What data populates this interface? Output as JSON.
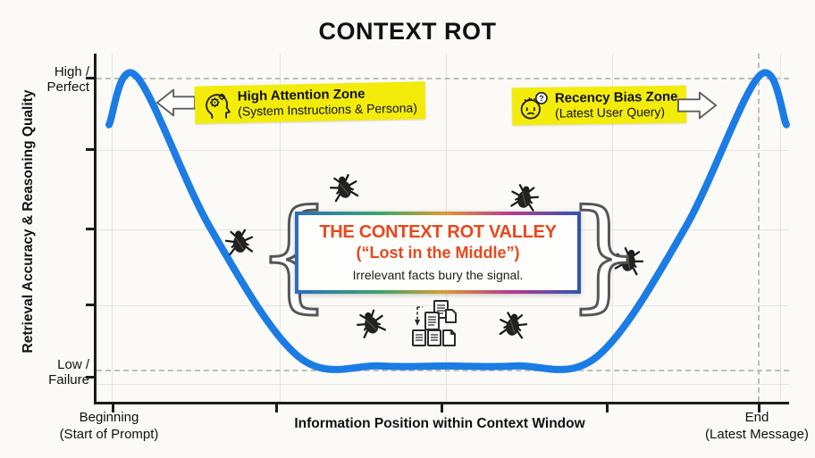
{
  "title": "CONTEXT ROT",
  "axes": {
    "y_label": "Retrieval Accuracy & Reasoning Quality",
    "y_high": [
      "High /",
      "Perfect"
    ],
    "y_low": [
      "Low /",
      "Failure"
    ],
    "x_title": "Information Position within Context Window",
    "x_left": [
      "Beginning",
      "(Start of Prompt)"
    ],
    "x_right": [
      "End",
      "(Latest Message)"
    ]
  },
  "zones": {
    "high_attention": {
      "title": "High Attention Zone",
      "subtitle": "(System Instructions & Persona)",
      "icon": "head-gears-icon",
      "highlight_color": "#f3ec0b"
    },
    "recency_bias": {
      "title": "Recency Bias Zone",
      "subtitle": "(Latest User Query)",
      "icon": "face-question-icon",
      "badge": "?",
      "highlight_color": "#f3ec0b"
    }
  },
  "valley": {
    "title": "THE CONTEXT ROT VALLEY",
    "subtitle": "(“Lost in the Middle”)",
    "caption": "Irrelevant facts bury the signal.",
    "left_brace": "{",
    "right_brace": "}",
    "text_color": "#e8481c",
    "border_gradient": [
      "#2e6cbf",
      "#3ba56d",
      "#dd9a30",
      "#bb3a8e",
      "#2d55b0"
    ]
  },
  "decorations": {
    "bug_icon": "bug-icon",
    "bug_count": 6,
    "document_pile_icon": "document-pile-icon",
    "left_arrow_icon": "left-arrow-icon",
    "right_arrow_icon": "right-arrow-icon"
  },
  "colors": {
    "curve": "#1b7ce5",
    "axis": "#1c1c1c",
    "highlight_yellow": "#f3ec0b",
    "valley_text": "#e8481c",
    "background": "#fbfaf7"
  },
  "chart_data": {
    "type": "line",
    "title": "CONTEXT ROT",
    "xlabel": "Information Position within Context Window",
    "ylabel": "Retrieval Accuracy & Reasoning Quality",
    "x_axis": {
      "min": 0,
      "max": 100,
      "tick_labels": [
        {
          "pos": 0,
          "label": "Beginning (Start of Prompt)"
        },
        {
          "pos": 100,
          "label": "End (Latest Message)"
        }
      ]
    },
    "y_axis": {
      "min": 0,
      "max": 1,
      "tick_labels": [
        {
          "pos": 1.0,
          "label": "High / Perfect"
        },
        {
          "pos": 0.05,
          "label": "Low / Failure"
        }
      ]
    },
    "grid": true,
    "legend": "none",
    "series": [
      {
        "name": "Retrieval accuracy & reasoning quality vs information position",
        "color": "#1b7ce5",
        "x": [
          0,
          4,
          15,
          28,
          40,
          50,
          60,
          72,
          85,
          96,
          100
        ],
        "y": [
          0.84,
          1.0,
          0.5,
          0.08,
          0.05,
          0.05,
          0.05,
          0.08,
          0.5,
          1.0,
          0.84
        ]
      }
    ],
    "annotations": [
      {
        "x": 4,
        "y": 1.0,
        "label": "High Attention Zone (System Instructions & Persona)"
      },
      {
        "x": 96,
        "y": 1.0,
        "label": "Recency Bias Zone (Latest User Query)"
      },
      {
        "x": 50,
        "y": 0.05,
        "label": "THE CONTEXT ROT VALLEY (“Lost in the Middle”) — Irrelevant facts bury the signal."
      }
    ]
  }
}
